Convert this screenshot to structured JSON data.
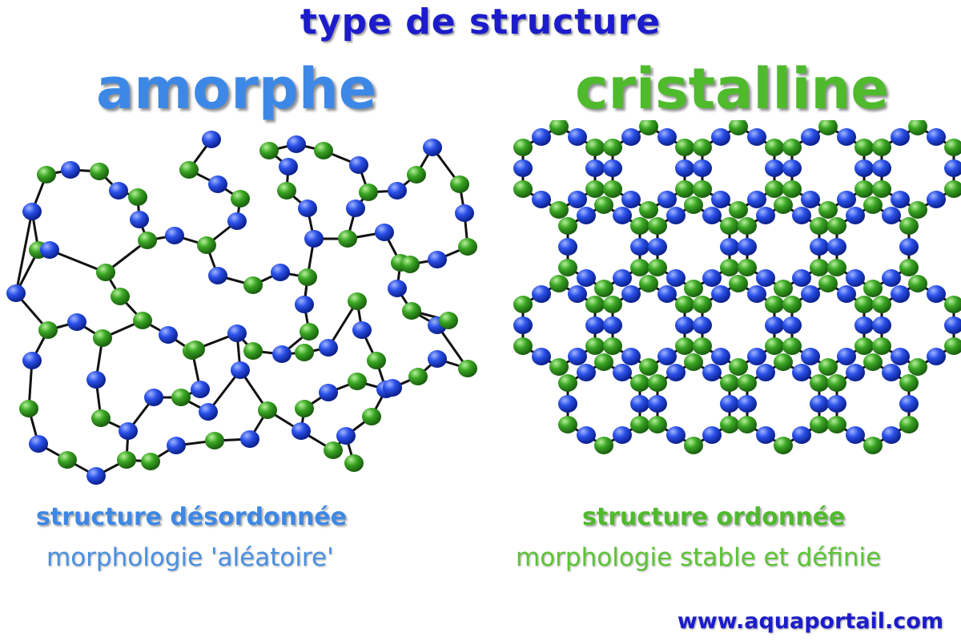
{
  "title": "type de structure",
  "amorphous": {
    "heading": "amorphe",
    "caption": "structure désordonnée",
    "subcaption": "morphologie 'aléatoire'"
  },
  "crystalline": {
    "heading": "cristalline",
    "caption": "structure ordonnée",
    "subcaption": "morphologie stable et définie"
  },
  "website": "www.aquaportail.com",
  "colors": {
    "title": "#1c1ccc",
    "amorphous": "#3d88e6",
    "crystalline": "#4fba2c",
    "atom_blue": "#1a3fd6",
    "atom_green": "#2f9a1c",
    "bond": "#111111"
  }
}
